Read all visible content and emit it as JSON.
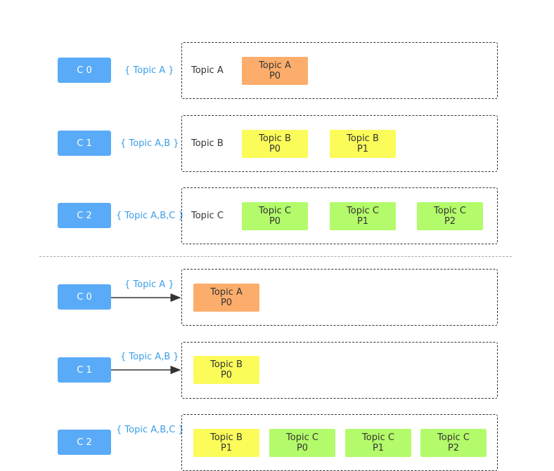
{
  "consumers": {
    "c0": "C 0",
    "c1": "C 1",
    "c2": "C 2"
  },
  "subscriptions": {
    "a": "{ Topic A }",
    "ab": "{ Topic A,B }",
    "abc": "{ Topic A,B,C }"
  },
  "topics": {
    "a": "Topic A",
    "b": "Topic B",
    "c": "Topic C"
  },
  "partitions": {
    "a_p0": {
      "topic": "Topic A",
      "part": "P0"
    },
    "b_p0": {
      "topic": "Topic B",
      "part": "P0"
    },
    "b_p1": {
      "topic": "Topic B",
      "part": "P1"
    },
    "c_p0": {
      "topic": "Topic C",
      "part": "P0"
    },
    "c_p1": {
      "topic": "Topic C",
      "part": "P1"
    },
    "c_p2": {
      "topic": "Topic C",
      "part": "P2"
    }
  },
  "bottom_row3": [
    {
      "topic": "Topic B",
      "part": "P1"
    },
    {
      "topic": "Topic C",
      "part": "P0"
    },
    {
      "topic": "Topic C",
      "part": "P1"
    },
    {
      "topic": "Topic C",
      "part": "P2"
    }
  ],
  "colors": {
    "consumer": "#5aabf7",
    "subscription_text": "#3a9ee8",
    "topic_a": "#fcad6b",
    "topic_b": "#fbfb5a",
    "topic_c": "#b3fb6a"
  }
}
